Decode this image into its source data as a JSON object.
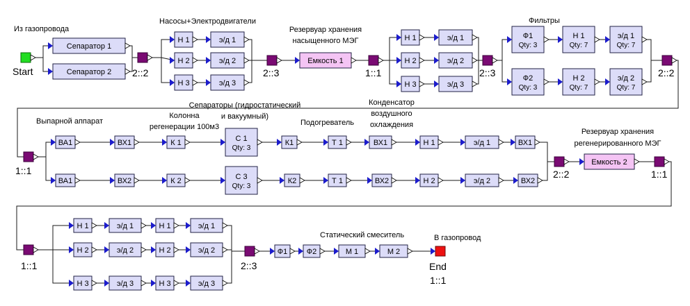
{
  "labels": {
    "from_pipeline": "Из газопровода",
    "start": "Start",
    "pumps_motors": "Насосы+Электродвигатели",
    "reservoir_saturated": [
      "Резервуар хранения",
      "насыщенного МЭГ"
    ],
    "filters": "Фильтры",
    "evaporator": "Выпарной аппарат",
    "column": [
      "Колонна",
      "регенерации 100м3"
    ],
    "separators": [
      "Сепараторы (гидростатический",
      "и вакуумный)"
    ],
    "heater": "Подогреватель",
    "condenser": [
      "Конденсатор",
      "воздушного",
      "охлаждения"
    ],
    "reservoir_regen": [
      "Резервуар хранения",
      "регенерированного МЭГ"
    ],
    "static_mixer": "Статический смеситель",
    "to_pipeline": "В газопровод",
    "end": "End"
  },
  "ratios": [
    "2::2",
    "2::3",
    "1::1",
    "2::3",
    "2::2",
    "1::1",
    "2::2",
    "1::1",
    "1::1",
    "2::3",
    "1::1"
  ],
  "blocks": {
    "sep1": "Сепаратор 1",
    "sep2": "Сепаратор 2",
    "h1": "Н 1",
    "h2": "Н 2",
    "h3": "Н 3",
    "m1": "э/д 1",
    "m2": "э/д 2",
    "m3": "э/д 3",
    "tank1": "Емкость 1",
    "tank2": "Емкость 2",
    "f1": "Ф1",
    "f2": "Ф2",
    "qty3": "Qty: 3",
    "qty7": "Qty: 7",
    "ba1": "ВА1",
    "bx1": "ВХ1",
    "bx2": "ВХ2",
    "k1": "К 1",
    "k2": "К 2",
    "kk1": "К1",
    "kk2": "К2",
    "c1": "С 1",
    "c3": "С 3",
    "t1": "Т 1",
    "m_1": "М 1",
    "m_2": "М 2"
  },
  "colors": {
    "block_fill": "#dcdcf8",
    "tank_fill": "#f4c4f4",
    "junction": "#7a0a73",
    "start": "#22dd22",
    "end": "#ee1111",
    "in_port": "#1c1ccc"
  }
}
